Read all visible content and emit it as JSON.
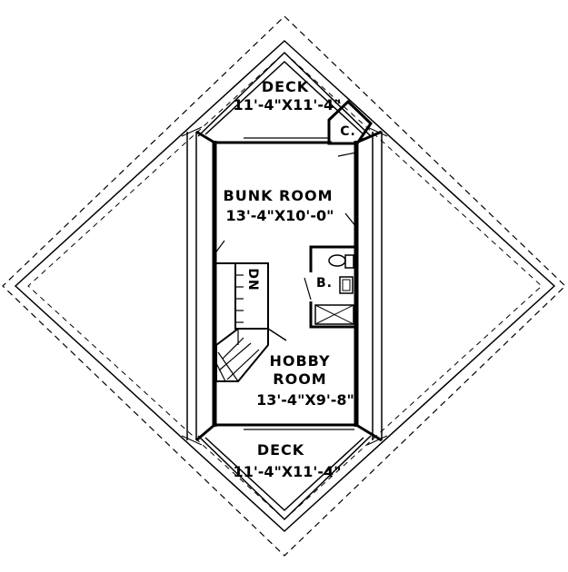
{
  "plan": {
    "deck_top": {
      "name": "DECK",
      "dims": "11'-4\"X11'-4\""
    },
    "bunk_room": {
      "name": "BUNK ROOM",
      "dims": "13'-4\"X10'-0\""
    },
    "closet": {
      "name": "C."
    },
    "bath": {
      "name": "B."
    },
    "stairs": {
      "label": "DN"
    },
    "hobby_room": {
      "name_line1": "HOBBY",
      "name_line2": "ROOM",
      "dims": "13'-4\"X9'-8\""
    },
    "deck_bottom": {
      "name": "DECK",
      "dims": "11'-4\"X11'-4\""
    }
  }
}
